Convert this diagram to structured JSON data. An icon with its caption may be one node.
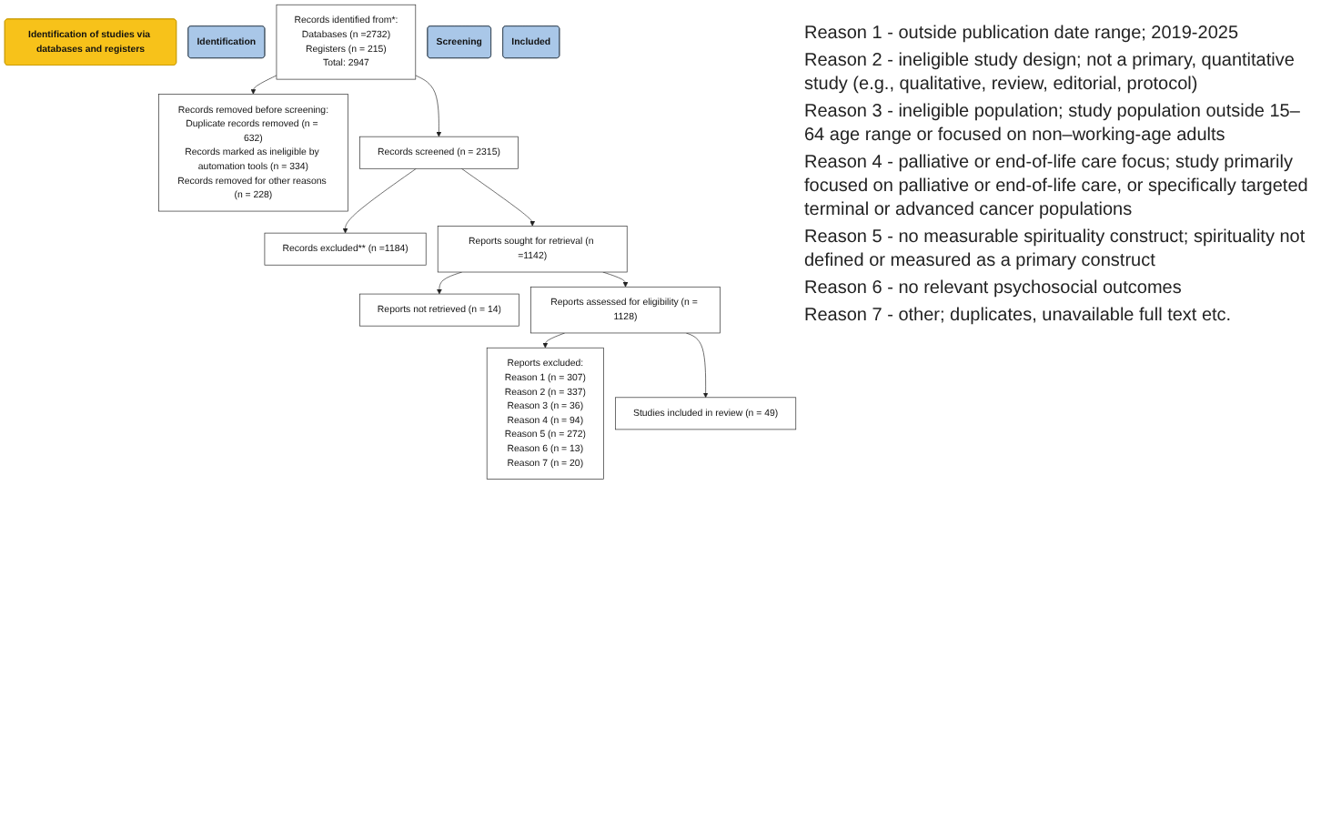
{
  "diagram": {
    "nodes": [
      {
        "text": [
          "Identification of studies via databases and registers"
        ]
      },
      {
        "text": [
          "Identification"
        ]
      },
      {
        "text": [
          "Records identified from*:",
          "Databases (n =2732)",
          "Registers (n = 215)",
          "Total: 2947"
        ]
      },
      {
        "text": [
          "Records removed before screening:",
          "Duplicate records removed (n = 632)",
          "Records marked as ineligible by automation tools (n = 334)",
          "Records removed for other reasons (n = 228)"
        ]
      },
      {
        "text": [
          "Screening"
        ]
      },
      {
        "text": [
          "Records screened (n = 2315)"
        ]
      },
      {
        "text": [
          "Records excluded** (n =1184)"
        ]
      },
      {
        "text": [
          "Reports sought for retrieval (n =1142)"
        ]
      },
      {
        "text": [
          "Reports not retrieved (n = 14)"
        ]
      },
      {
        "text": [
          "Reports assessed for eligibility (n = 1128)"
        ]
      },
      {
        "text": [
          "Reports excluded:",
          "Reason 1 (n = 307)",
          "Reason 2 (n = 337)",
          "Reason 3 (n = 36)",
          "Reason 4 (n = 94)",
          "Reason 5 (n = 272)",
          "Reason 6 (n = 13)",
          "Reason 7 (n = 20)"
        ]
      },
      {
        "text": [
          "Included"
        ]
      },
      {
        "text": [
          "Studies included in review (n = 49)"
        ]
      }
    ],
    "edges": [
      {
        "from": 2,
        "to": 3,
        "arrow": "to"
      },
      {
        "from": 2,
        "to": 5,
        "arrow": "to"
      },
      {
        "from": 5,
        "to": 6,
        "arrow": "to"
      },
      {
        "from": 5,
        "to": 7,
        "arrow": "to"
      },
      {
        "from": 7,
        "to": 8,
        "arrow": "to"
      },
      {
        "from": 7,
        "to": 9,
        "arrow": "to"
      },
      {
        "from": 9,
        "to": 10,
        "arrow": "to"
      },
      {
        "from": 9,
        "to": 12,
        "arrow": "to"
      }
    ],
    "labels": [
      "Reason 1 - outside publication date range; 2019-2025",
      "Reason 2 - ineligible study design; not a primary, quantitative study (e.g., qualitative, review, editorial, protocol)",
      "Reason 3 - ineligible population; study population outside 15–64 age range or focused on non–working-age adults",
      "Reason 4 - palliative or end-of-life care focus; study primarily focused on palliative or end-of-life care, or specifically targeted terminal or advanced cancer populations",
      "Reason 5 - no measurable spirituality construct; spirituality not defined or measured as a primary construct",
      "Reason 6 - no relevant psychosocial outcomes",
      "Reason 7 - other; duplicates, unavailable full text etc."
    ]
  }
}
